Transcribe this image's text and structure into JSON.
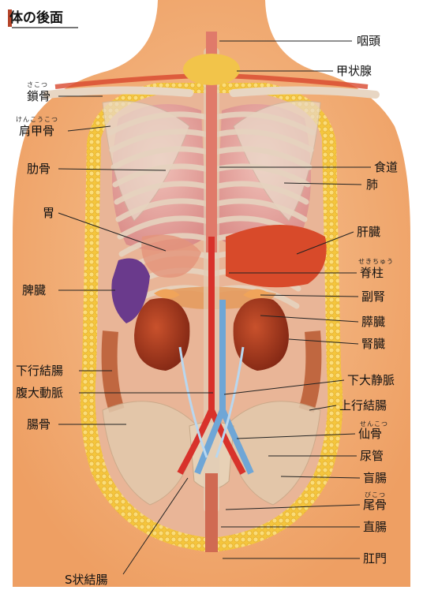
{
  "title": "体の後面",
  "labels": {
    "larynx": "咽頭",
    "thyroid": "甲状腺",
    "clavicle": "鎖骨",
    "clavicle_ruby": "さこつ",
    "scapula": "肩甲骨",
    "scapula_ruby": "けんこうこつ",
    "ribs": "肋骨",
    "esophagus": "食道",
    "lung": "肺",
    "stomach": "胃",
    "liver": "肝臓",
    "spine": "脊柱",
    "spine_ruby": "せきちゅう",
    "spleen": "脾臓",
    "adrenal": "副腎",
    "pancreas": "膵臓",
    "kidney": "腎臓",
    "descending_colon": "下行結腸",
    "ivc": "下大静脈",
    "aorta": "腹大動脈",
    "ascending_colon": "上行結腸",
    "ilium": "腸骨",
    "sacrum": "仙骨",
    "sacrum_ruby": "せんこつ",
    "ureter": "尿管",
    "cecum": "盲腸",
    "coccyx": "尾骨",
    "coccyx_ruby": "びこつ",
    "rectum": "直腸",
    "anus": "肛門",
    "sigmoid": "S状結腸"
  },
  "colors": {
    "skin": "#f3b27a",
    "fat": "#f6d24a",
    "bone": "#e8d6c3",
    "lung": "#e7a5a0",
    "artery": "#d8322b",
    "vein": "#6fa6d6",
    "kidney": "#a8361e",
    "spleen": "#6a3a8c",
    "liver": "#d84a2a"
  }
}
